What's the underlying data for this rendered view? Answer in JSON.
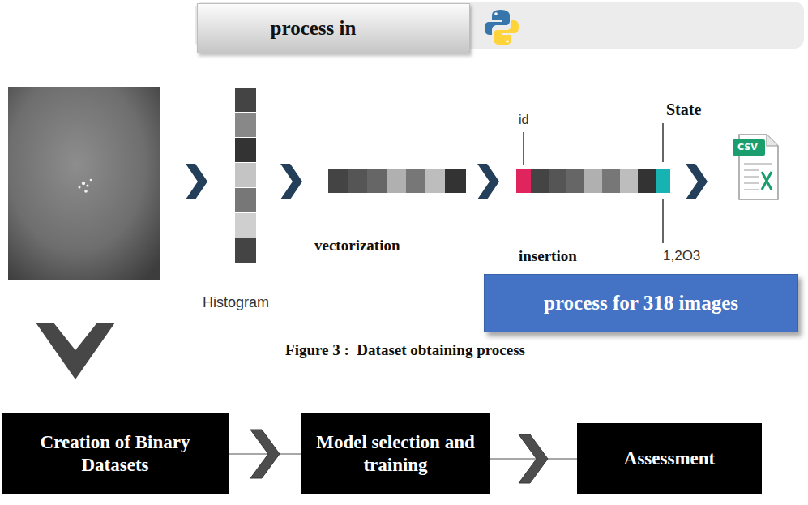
{
  "diagram": {
    "caption": "Figure 3 :  Dataset obtaining process",
    "nodes": [
      {
        "text": [
          "process in"
        ]
      },
      {
        "text": [
          "process for 318 images"
        ]
      },
      {
        "text": [
          "Creation of Binary Datasets"
        ]
      },
      {
        "text": [
          "Model selection and training"
        ]
      },
      {
        "text": [
          "Assessment"
        ]
      }
    ],
    "edges": [
      {
        "from": 2,
        "to": 3,
        "arrow": "to"
      },
      {
        "from": 3,
        "to": 4,
        "arrow": "to"
      }
    ],
    "labels": [
      "Histogram",
      "vectorization",
      "id",
      "State",
      "insertion",
      "1,2O3",
      "CSV"
    ]
  }
}
